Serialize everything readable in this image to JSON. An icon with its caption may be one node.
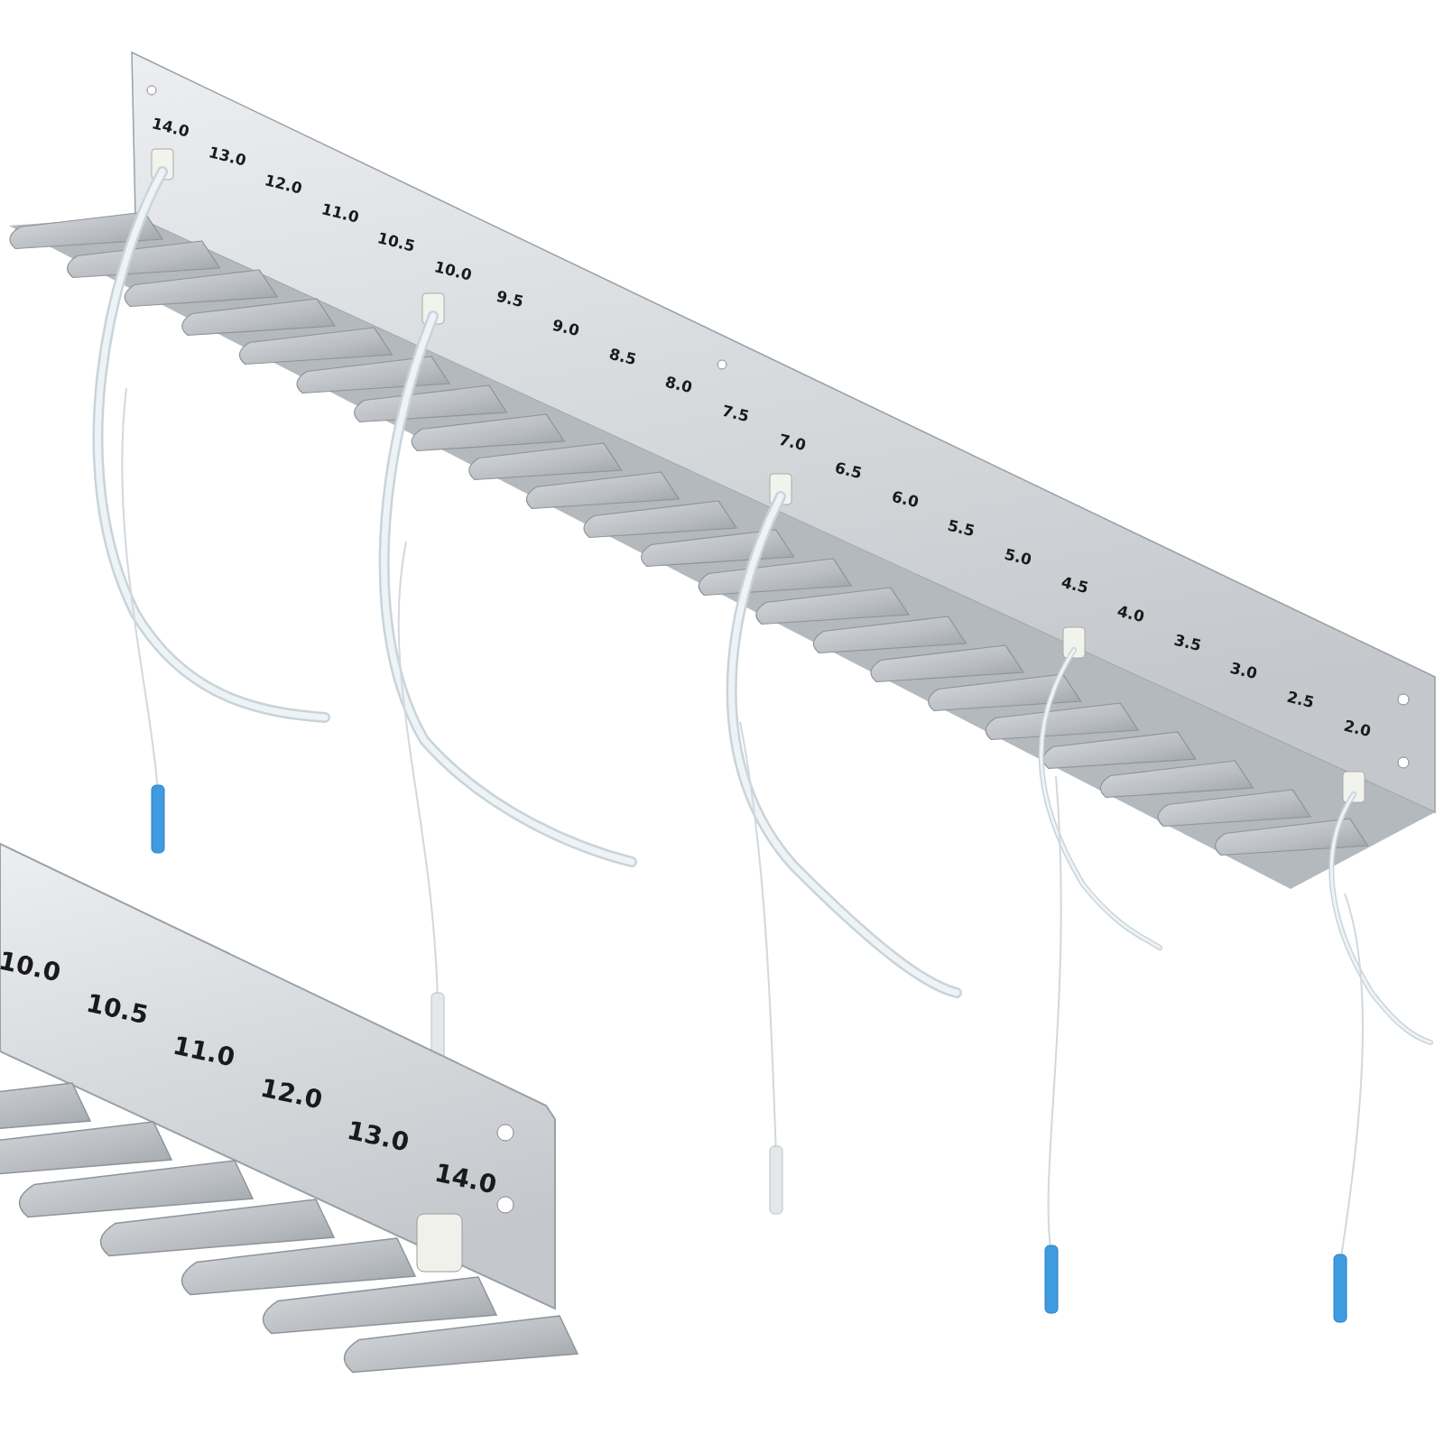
{
  "diagram": {
    "labels": [
      "14.0",
      "13.0",
      "12.0",
      "11.0",
      "10.5",
      "10.0",
      "9.5",
      "9.0",
      "8.5",
      "8.0",
      "7.5",
      "7.0",
      "6.5",
      "6.0",
      "5.5",
      "5.0",
      "4.5",
      "4.0",
      "3.5",
      "3.0",
      "2.5",
      "2.0",
      "10.0",
      "10.5",
      "11.0",
      "12.0",
      "13.0",
      "14.0"
    ]
  }
}
